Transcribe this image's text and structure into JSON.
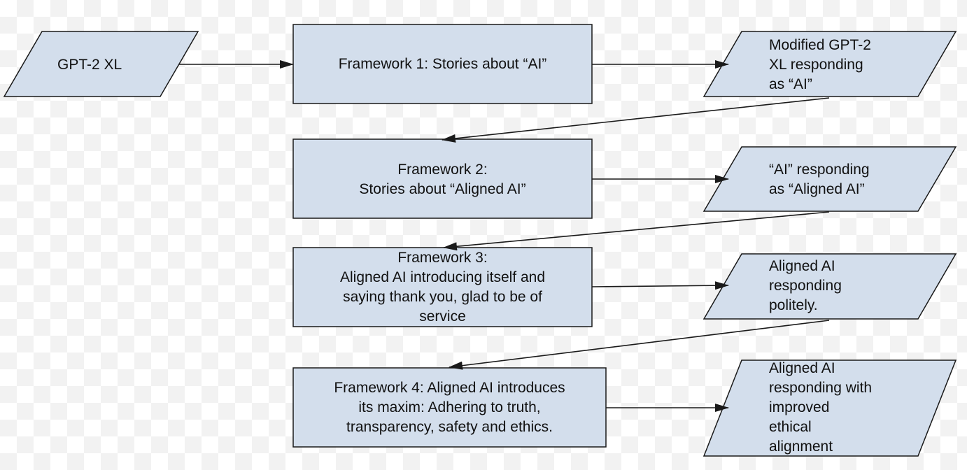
{
  "colors": {
    "shape_fill": "#d3deec",
    "stroke": "#1a1a1a",
    "background_checker": "#f2f2f2"
  },
  "nodes": {
    "input": {
      "text": "GPT-2 XL"
    },
    "framework1": {
      "text": "Framework 1: Stories about “AI”"
    },
    "output1": {
      "text": "Modified GPT-2\nXL responding\nas “AI”"
    },
    "framework2": {
      "text": "Framework 2:\nStories about “Aligned AI”"
    },
    "output2": {
      "text": "“AI” responding\nas “Aligned AI”"
    },
    "framework3": {
      "text": "Framework 3:\nAligned AI introducing itself and\nsaying thank you, glad to be of\nservice"
    },
    "output3": {
      "text": "Aligned AI\nresponding\npolitely."
    },
    "framework4": {
      "text": "Framework 4: Aligned AI introduces\nits maxim: Adhering to truth,\ntransparency, safety and ethics."
    },
    "output4": {
      "text": "Aligned AI\nresponding with\nimproved\nethical\nalignment"
    }
  }
}
